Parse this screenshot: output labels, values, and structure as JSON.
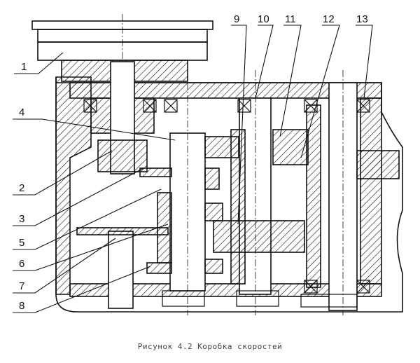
{
  "figure": {
    "caption": "Рисунок 4.2 Коробка скоростей",
    "labels": [
      "1",
      "2",
      "3",
      "4",
      "5",
      "6",
      "7",
      "8",
      "9",
      "10",
      "11",
      "12",
      "13"
    ]
  }
}
